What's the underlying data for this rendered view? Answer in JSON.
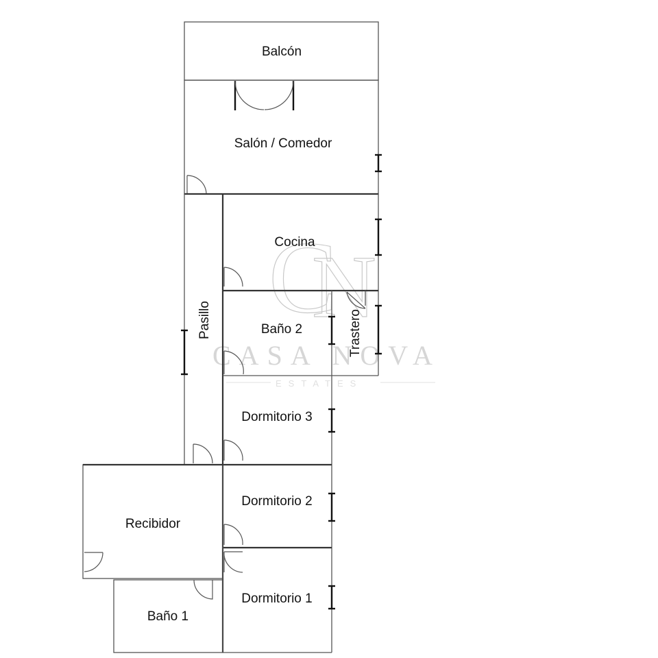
{
  "floorplan": {
    "rooms": {
      "balcon": "Balcón",
      "salon": "Salón / Comedor",
      "cocina": "Cocina",
      "pasillo": "Pasillo",
      "bano2": "Baño 2",
      "trastero": "Trastero",
      "dormitorio3": "Dormitorio 3",
      "dormitorio2": "Dormitorio 2",
      "recibidor": "Recibidor",
      "dormitorio1": "Dormitorio 1",
      "bano1": "Baño 1"
    }
  },
  "watermark": {
    "monogram_c": "C",
    "monogram_n": "N",
    "brand": "CASA NOVA",
    "subbrand": "ESTATES"
  },
  "colors": {
    "wall": "#555555",
    "window": "#111111",
    "watermark": "#d0d0d0"
  }
}
